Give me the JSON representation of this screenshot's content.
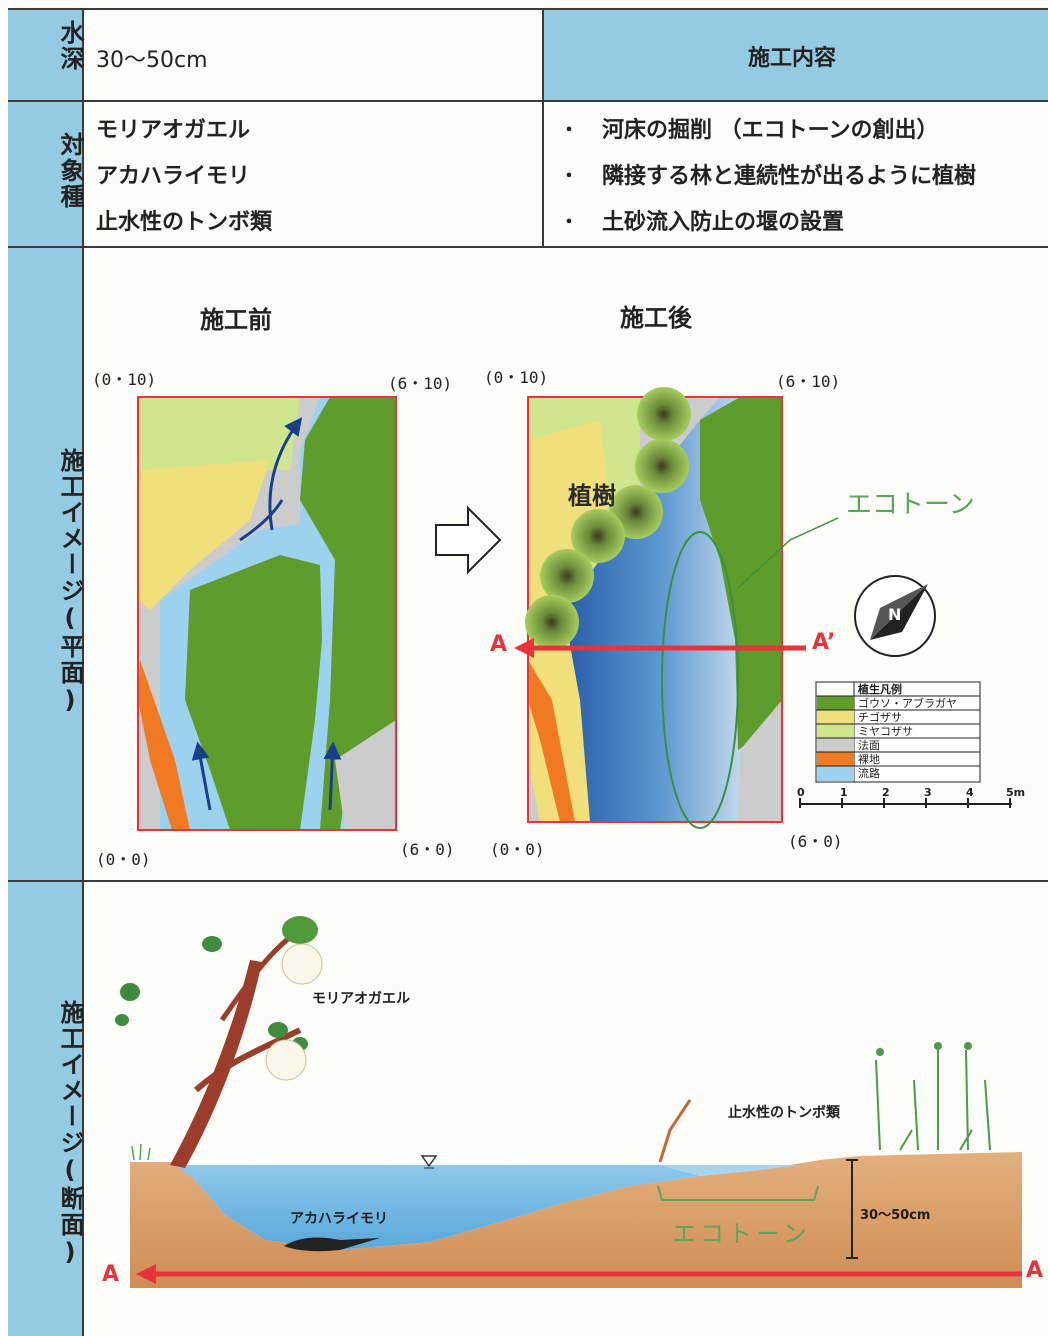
{
  "rows": {
    "depth": {
      "label": "水深",
      "value": "30〜50cm",
      "header": "施工内容"
    },
    "species": {
      "label": "対象種",
      "items": [
        "モリアオガエル",
        "アカハライモリ",
        "止水性のトンボ類"
      ],
      "bullets": [
        "・",
        "・",
        "・"
      ],
      "works": [
        "河床の掘削 （エコトーンの創出）",
        "隣接する林と連続性が出るように植樹",
        "土砂流入防止の堰の設置"
      ]
    },
    "plan": {
      "label": "施工イメージ(平面)",
      "before_title": "施工前",
      "after_title": "施工後",
      "coords": {
        "b_tl": "(0・10)",
        "b_tr": "(6・10)",
        "b_bl": "(0・0)",
        "b_br": "(6・0)",
        "a_tl": "(0・10)",
        "a_tr": "(6・10)",
        "a_bl": "(0・0)",
        "a_br": "(6・0)"
      },
      "planting_label": "植樹",
      "ecotone_label": "エコトーン",
      "section_a": "A",
      "section_a_prime": "A’",
      "north_letter": "N",
      "legend_title": "植生凡例",
      "legend": [
        {
          "label": "ゴウソ・アブラガヤ",
          "color": "#5e9c2c"
        },
        {
          "label": "チゴザサ",
          "color": "#f1df7c"
        },
        {
          "label": "ミヤコザサ",
          "color": "#cfe58e"
        },
        {
          "label": "法面",
          "color": "#cccccc"
        },
        {
          "label": "裸地",
          "color": "#ef7a22"
        },
        {
          "label": "流路",
          "color": "#9dd2ee"
        }
      ],
      "scale_ticks": [
        "0",
        "1",
        "2",
        "3",
        "4",
        "5m"
      ]
    },
    "section": {
      "label": "施工イメージ(断面)",
      "frog": "モリアオガエル",
      "dragonfly": "止水性のトンボ類",
      "newt": "アカハライモリ",
      "ecotone": "エコトーン",
      "depth": "30〜50cm",
      "a_left": "A",
      "a_right": "A"
    }
  },
  "colors": {
    "side": "#94cbe2",
    "header": "#94cbe2",
    "line": "#3b3b3b",
    "red": "#e8333a",
    "green_label": "#5ba65b"
  }
}
